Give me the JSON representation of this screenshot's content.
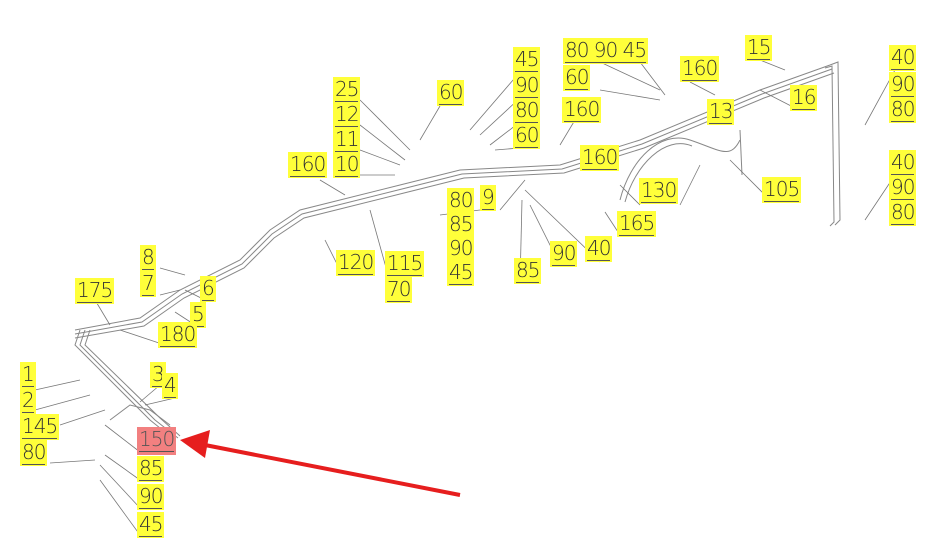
{
  "diagram": {
    "labels": [
      "25",
      "12",
      "11",
      "10",
      "60",
      "160",
      "45",
      "90",
      "80",
      "60",
      "80 90 45",
      "60",
      "160",
      "160",
      "80",
      "85",
      "90",
      "45",
      "9",
      "120",
      "115",
      "70",
      "85",
      "90",
      "40",
      "165",
      "13",
      "160",
      "15",
      "16",
      "40",
      "90",
      "80",
      "40",
      "90",
      "80",
      "130",
      "105",
      "8",
      "7",
      "175",
      "6",
      "5",
      "180",
      "1",
      "2",
      "3",
      "4",
      "145",
      "80",
      "150",
      "85",
      "90",
      "45"
    ],
    "highlighted_label": "150",
    "colors": {
      "label_bg": "#ffff3a",
      "highlight_bg": "#f28080",
      "arrow": "#e61e1e"
    }
  }
}
